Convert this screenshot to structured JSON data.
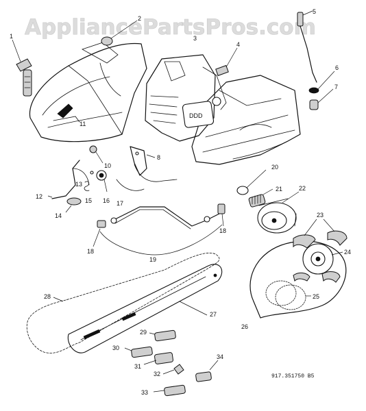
{
  "watermark": "AppliancePartsPros.com",
  "reference_code": "917.351750  B5",
  "callouts": [
    "1",
    "2",
    "3",
    "4",
    "5",
    "6",
    "7",
    "8",
    "10",
    "11",
    "12",
    "13",
    "14",
    "15",
    "16",
    "17",
    "18",
    "18",
    "19",
    "20",
    "21",
    "22",
    "23",
    "24",
    "25",
    "26",
    "27",
    "28",
    "29",
    "30",
    "31",
    "32",
    "33",
    "34"
  ]
}
